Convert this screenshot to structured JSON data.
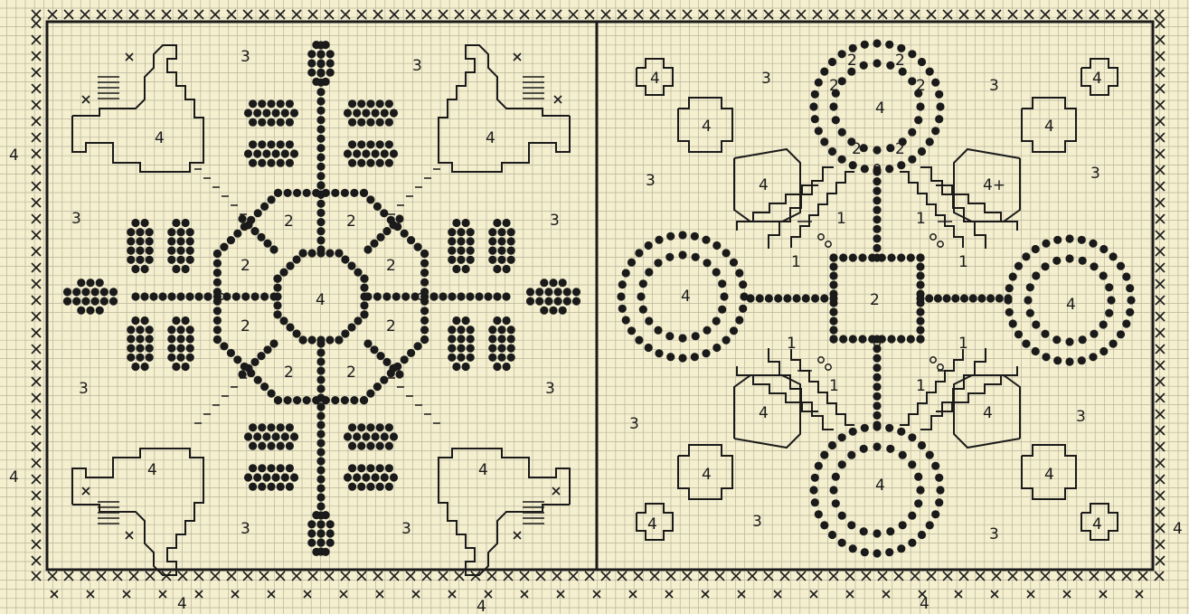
{
  "colors": {
    "paper": "#f4efcf",
    "grid": "#b9b39a",
    "ink": "#1a1a1a"
  },
  "edge_labels": [
    "4",
    "4",
    "4",
    "4",
    "4",
    "4"
  ],
  "left_panel": {
    "center_number": "4",
    "ring_numbers": [
      "2",
      "2",
      "2",
      "2",
      "2",
      "2",
      "2",
      "2"
    ],
    "corner_numbers": [
      "3",
      "3",
      "3",
      "3",
      "3",
      "3",
      "3",
      "3"
    ],
    "bird_numbers": [
      "4",
      "4",
      "4",
      "4"
    ]
  },
  "right_panel": {
    "center_number": "2",
    "flower_numbers": [
      "4",
      "4",
      "4",
      "4"
    ],
    "petal_numbers": [
      "2",
      "2",
      "2",
      "2",
      "2",
      "2"
    ],
    "leaf_numbers": [
      "4",
      "4+",
      "4",
      "4"
    ],
    "step_numbers": [
      "1",
      "1",
      "1",
      "1",
      "1",
      "1",
      "1",
      "1"
    ],
    "square_numbers": [
      "4",
      "4",
      "4",
      "4",
      "4",
      "4",
      "4",
      "4"
    ],
    "corner_numbers": [
      "3",
      "3",
      "3",
      "3",
      "3",
      "3",
      "3",
      "3"
    ]
  }
}
